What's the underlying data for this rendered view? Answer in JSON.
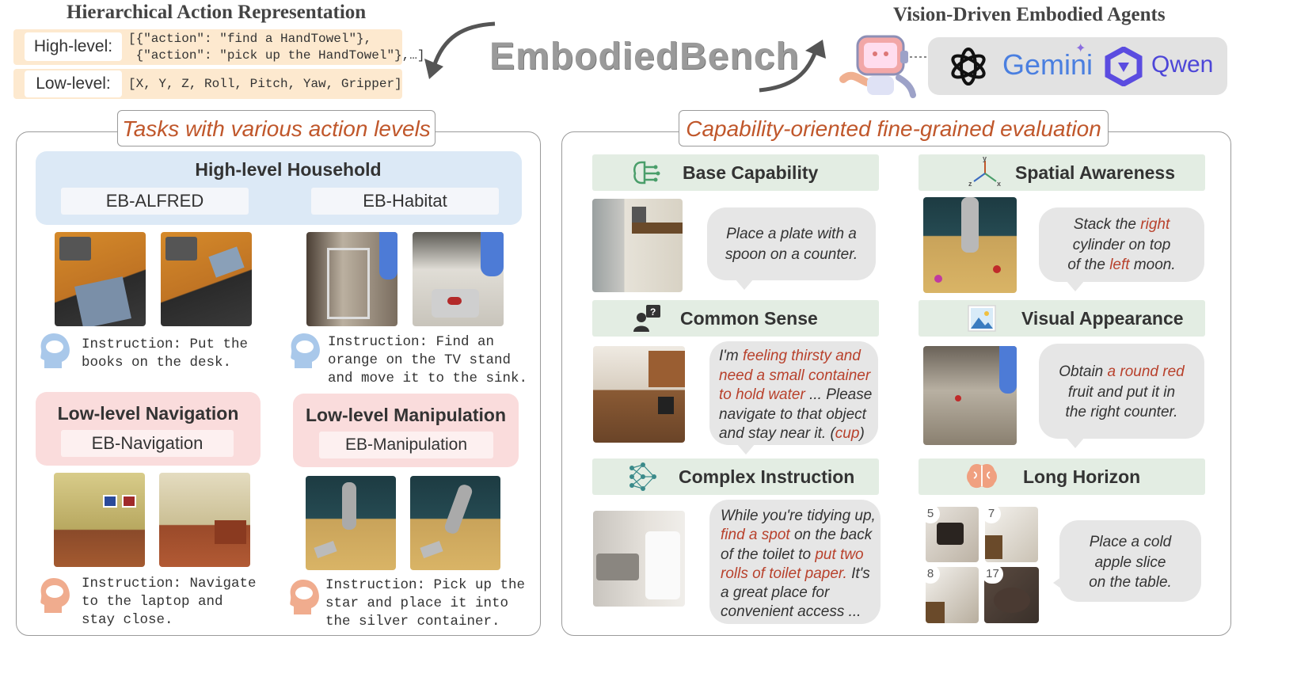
{
  "header": {
    "left_title": "Hierarchical Action Representation",
    "high_label": "High-level:",
    "high_code_1": "[{\"action\": \"find a HandTowel\"},",
    "high_code_2": " {\"action\": \"pick up the HandTowel\"},…]",
    "low_label": "Low-level:",
    "low_code": "[X, Y, Z, Roll, Pitch, Yaw, Gripper]",
    "brand": "EmbodiedBench",
    "right_title": "Vision-Driven Embodied Agents",
    "models": [
      "Gemini",
      "Qwen"
    ]
  },
  "left_panel": {
    "title": "Tasks with various action levels",
    "household": {
      "title": "High-level Household",
      "envs": [
        "EB-ALFRED",
        "EB-Habitat"
      ]
    },
    "instr_alfred": "Instruction: Put the\nbooks on the desk.",
    "instr_habitat": "Instruction: Find an\norange on the TV stand\nand move it to the sink.",
    "navigation": {
      "title": "Low-level Navigation",
      "env": "EB-Navigation"
    },
    "manipulation": {
      "title": "Low-level Manipulation",
      "env": "EB-Manipulation"
    },
    "instr_nav": "Instruction: Navigate\nto the laptop and\nstay close.",
    "instr_manip": "Instruction: Pick up the\nstar and place it into\nthe silver container."
  },
  "right_panel": {
    "title": "Capability-oriented fine-grained evaluation",
    "base": {
      "title": "Base Capability",
      "text": [
        "Place a plate with a",
        "spoon on a counter."
      ]
    },
    "spatial": {
      "title": "Spatial Awareness",
      "axes": [
        "y",
        "z",
        "x"
      ],
      "t1": "Stack the ",
      "h1": "right",
      "t2": "cylinder on top",
      "t3": "of the ",
      "h2": "left",
      "t4": " moon."
    },
    "common": {
      "title": "Common Sense",
      "t1": "I'm ",
      "h1": "feeling thirsty and",
      "h2": "need a small container",
      "h3": "to hold water",
      "t2": " ... Please",
      "t3": "navigate to that object",
      "t4": "and stay near it. (",
      "h4": "cup",
      "t5": ")"
    },
    "visual": {
      "title": "Visual Appearance",
      "t1": "Obtain ",
      "h1": "a round red",
      "t2": "fruit and put it in",
      "t3": "the right counter."
    },
    "complex": {
      "title": "Complex Instruction",
      "t1": "While you're tidying up,",
      "h1": "find a spot",
      "t2": " on the back",
      "t3": "of the toilet to ",
      "h2": "put two",
      "h3": "rolls of toilet paper.",
      "t4": " It's",
      "t5": "a great place for",
      "t6": "convenient access ..."
    },
    "long": {
      "title": "Long Horizon",
      "steps": [
        "5",
        "7",
        "8",
        "17"
      ],
      "text": [
        "Place a cold",
        "apple slice",
        "on the table."
      ]
    }
  },
  "colors": {
    "accent_title": "#c0572b",
    "highlight": "#b8412c",
    "blue_box": "#dce9f6",
    "pink_box": "#fadcdc",
    "cap_header": "#e3ede3",
    "orange_row": "#fde9cf"
  }
}
